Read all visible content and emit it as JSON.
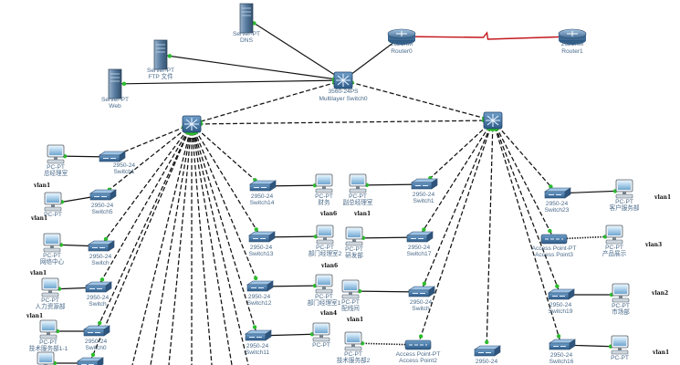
{
  "colors": {
    "background": "#ffffff",
    "cable": "#111111",
    "serial": "#c4161c",
    "link_up": "#2bbd2b",
    "label": "#4a6a8a"
  },
  "nodes": {
    "router0": {
      "icon": "router-icon",
      "line1": "2621XM",
      "line2": "Router0"
    },
    "router1": {
      "icon": "router-icon",
      "line1": "2621XM",
      "line2": "Router1"
    },
    "dns": {
      "icon": "server-icon",
      "line1": "Server-PT",
      "line2": "DNS"
    },
    "ftp": {
      "icon": "server-icon",
      "line1": "Server-PT",
      "line2": "FTP 文件"
    },
    "web": {
      "icon": "server-icon",
      "line1": "Server-PT",
      "line2": "Web"
    },
    "msw0": {
      "icon": "multilayer-switch-icon",
      "line1": "3560-24PS",
      "line2": "Multilayer Switch0"
    },
    "mswL": {
      "icon": "multilayer-switch-icon"
    },
    "mswR": {
      "icon": "multilayer-switch-icon"
    },
    "sw1": {
      "icon": "switch-icon",
      "line1": "2950-24",
      "line2": "Switch1"
    },
    "sw5": {
      "icon": "switch-icon",
      "line1": "2950-24",
      "line2": "Switch5"
    },
    "swA": {
      "icon": "switch-icon",
      "line1": "2950-24",
      "line2": "Switch"
    },
    "swB": {
      "icon": "switch-icon",
      "line1": "2950-24",
      "line2": "Switch"
    },
    "sw0": {
      "icon": "switch-icon",
      "line1": "2950-24",
      "line2": "Switch0"
    },
    "swBL": {
      "icon": "switch-icon"
    },
    "sw14": {
      "icon": "switch-icon",
      "line1": "2950-24",
      "line2": "Switch14"
    },
    "sw13": {
      "icon": "switch-icon",
      "line1": "2950-24",
      "line2": "Switch13"
    },
    "sw12": {
      "icon": "switch-icon",
      "line1": "2950-24",
      "line2": "Switch12"
    },
    "sw11": {
      "icon": "switch-icon",
      "line1": "2950-24",
      "line2": "Switch11"
    },
    "swT": {
      "icon": "switch-icon",
      "line1": "2950-24",
      "line2": "Switch1"
    },
    "sw17": {
      "icon": "switch-icon",
      "line1": "2950-24",
      "line2": "Switch17"
    },
    "swR3": {
      "icon": "switch-icon",
      "line1": "2950-24",
      "line2": "Switch"
    },
    "sw23": {
      "icon": "switch-icon",
      "line1": "2950-24",
      "line2": "Switch23"
    },
    "sw19": {
      "icon": "switch-icon",
      "line1": "2950-24",
      "line2": "Switch19"
    },
    "sw16": {
      "icon": "switch-icon",
      "line1": "2950-24",
      "line2": "Switch16"
    },
    "swBot": {
      "icon": "switch-icon",
      "line1": "2950-24"
    },
    "ap3": {
      "icon": "access-point-icon",
      "line1": "Access Point-PT",
      "line2": "Access Point3"
    },
    "ap2": {
      "icon": "access-point-icon",
      "line1": "Access Point-PT",
      "line2": "Access Point2"
    },
    "pc_l1": {
      "icon": "pc-icon",
      "line1": "PC-PT",
      "line2": "总经理室",
      "vlan": "vlan1"
    },
    "pc_l2": {
      "icon": "pc-icon",
      "line1": "PC-PT",
      "line2": "",
      "vlan": "vlan1"
    },
    "pc_l3": {
      "icon": "pc-icon",
      "line1": "PC-PT",
      "line2": "网络中心",
      "vlan": "vlan1"
    },
    "pc_l4": {
      "icon": "pc-icon",
      "line1": "PC-PT",
      "line2": "人力资源部",
      "vlan": "vlan1"
    },
    "pc_l5": {
      "icon": "pc-icon",
      "line1": "PC-PT",
      "line2": "技术服务部1-1",
      "vlan": ""
    },
    "pc_l6": {
      "icon": "pc-icon"
    },
    "pc_m1": {
      "icon": "pc-icon",
      "line1": "PC-PT",
      "line2": "财务",
      "vlan": "vlan6"
    },
    "pc_m2": {
      "icon": "pc-icon",
      "line1": "PC-PT",
      "line2": "部门经理室2",
      "vlan": "vlan6"
    },
    "pc_m3": {
      "icon": "pc-icon",
      "line1": "PC-PT",
      "line2": "部门经理室1",
      "vlan": "vlan4"
    },
    "pc_m4": {
      "icon": "pc-icon",
      "line1": "PC-PT",
      "line2": "",
      "vlan": ""
    },
    "pc_n1": {
      "icon": "pc-icon",
      "line1": "PC-PT",
      "line2": "副总经理室",
      "vlan": "vlan1"
    },
    "pc_n2": {
      "icon": "pc-icon",
      "line1": "PC-PT",
      "line2": "研发部",
      "vlan": ""
    },
    "pc_n3": {
      "icon": "pc-icon",
      "line1": "PC-PT",
      "line2": "配线间",
      "vlan": "vlan1"
    },
    "pc_n4": {
      "icon": "pc-icon",
      "line1": "PC-PT",
      "line2": "技术服务部2",
      "vlan": ""
    },
    "pc_r1": {
      "icon": "pc-icon",
      "line1": "PC-PT",
      "line2": "客户服务部",
      "vlan": "vlan1"
    },
    "pc_r2": {
      "icon": "pc-icon",
      "line1": "PC-PT",
      "line2": "产品展示",
      "vlan": "vlan3"
    },
    "pc_r3": {
      "icon": "pc-icon",
      "line1": "PC-PT",
      "line2": "市场部",
      "vlan": "vlan2"
    },
    "pc_r4": {
      "icon": "pc-icon",
      "line1": "PC-PT",
      "line2": "",
      "vlan": "vlan1"
    }
  }
}
